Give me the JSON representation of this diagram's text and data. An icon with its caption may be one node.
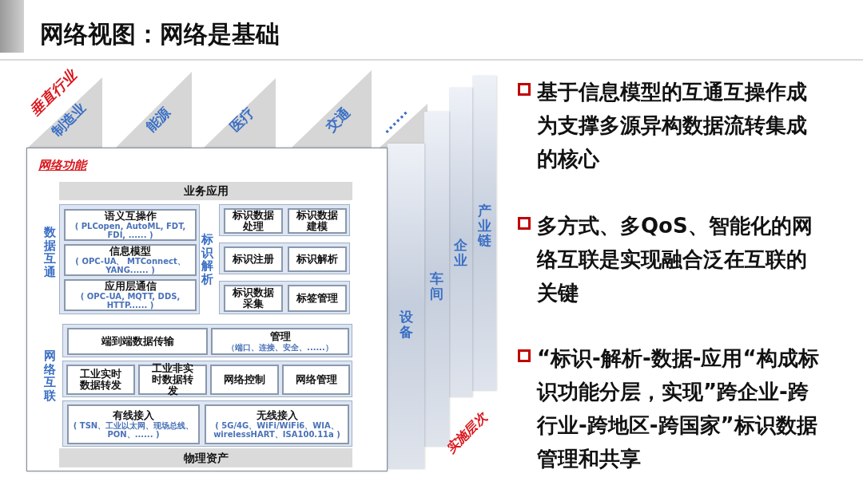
{
  "diagram": {
    "title": "网络视图：网络是基础",
    "nodes": [
      {
        "text": [
          "网络功能"
        ]
      },
      {
        "text": [
          "业务应用"
        ],
        "in": 0
      },
      {
        "text": [],
        "shape": "box",
        "in": 0
      },
      {
        "text": [
          "语义互操作",
          "( PLCopen, AutoML, FDT, FDI, ...... )"
        ],
        "in": 2
      },
      {
        "text": [
          "信息模型",
          "( OPC-UA、 MTConnect、 YANG...... )"
        ],
        "in": 2
      },
      {
        "text": [
          "应用层通信",
          "( OPC-UA, MQTT, DDS, HTTP...... )"
        ],
        "in": 2
      },
      {
        "text": [],
        "shape": "box",
        "in": 0
      },
      {
        "text": [
          "标识数据处理"
        ],
        "in": 6
      },
      {
        "text": [
          "标识数据建模"
        ],
        "in": 6
      },
      {
        "text": [],
        "shape": "box",
        "in": 0
      },
      {
        "text": [
          "标识注册"
        ],
        "in": 9
      },
      {
        "text": [
          "标识解析"
        ],
        "in": 9
      },
      {
        "text": [],
        "shape": "box",
        "in": 0
      },
      {
        "text": [
          "标识数据采集"
        ],
        "in": 12
      },
      {
        "text": [
          "标签管理"
        ],
        "in": 12
      },
      {
        "text": [],
        "shape": "box",
        "in": 0
      },
      {
        "text": [
          "端到端数据传输"
        ],
        "in": 15
      },
      {
        "text": [
          "管理",
          "（端口、连接、安全、......）"
        ],
        "in": 15
      },
      {
        "text": [],
        "shape": "box",
        "in": 0
      },
      {
        "text": [
          "工业实时数据转发"
        ],
        "in": 18
      },
      {
        "text": [
          "工业非实时数据转发"
        ],
        "in": 18
      },
      {
        "text": [
          "网络控制"
        ],
        "in": 18
      },
      {
        "text": [
          "网络管理"
        ],
        "in": 18
      },
      {
        "text": [],
        "shape": "box",
        "in": 0
      },
      {
        "text": [
          "有线接入",
          "( TSN、工业以太网、现场总线、PON、...... )"
        ],
        "in": 23
      },
      {
        "text": [
          "无线接入",
          "( 5G/4G、WiFi/WiFi6、WIA、wirelessHART、ISA100.11a )"
        ],
        "in": 23
      },
      {
        "text": [
          "物理资产"
        ],
        "in": 0
      },
      {
        "text": [
          "制造业"
        ]
      },
      {
        "text": [
          "能源"
        ]
      },
      {
        "text": [
          "医疗"
        ]
      },
      {
        "text": [
          "交通"
        ]
      },
      {
        "text": [
          "......"
        ]
      },
      {
        "text": [
          "设备"
        ]
      },
      {
        "text": [
          "车间"
        ]
      },
      {
        "text": [
          "企业"
        ]
      },
      {
        "text": [
          "产业链"
        ]
      }
    ],
    "labels": [
      "垂直行业",
      "数据互通",
      "标识解析",
      "网络互联",
      "实施层次",
      "**基于信息模型的互通互操作**成为支撑多源异构数据流转集成的核心",
      "**多方式、多QoS、智能化的网络互联**是实现融合泛在互联的关键",
      "**“标识-解析-数据-应用“**构成标识功能分层，实现”跨企业-跨行业-跨地区-跨国家”标识数据管理和共享"
    ]
  }
}
